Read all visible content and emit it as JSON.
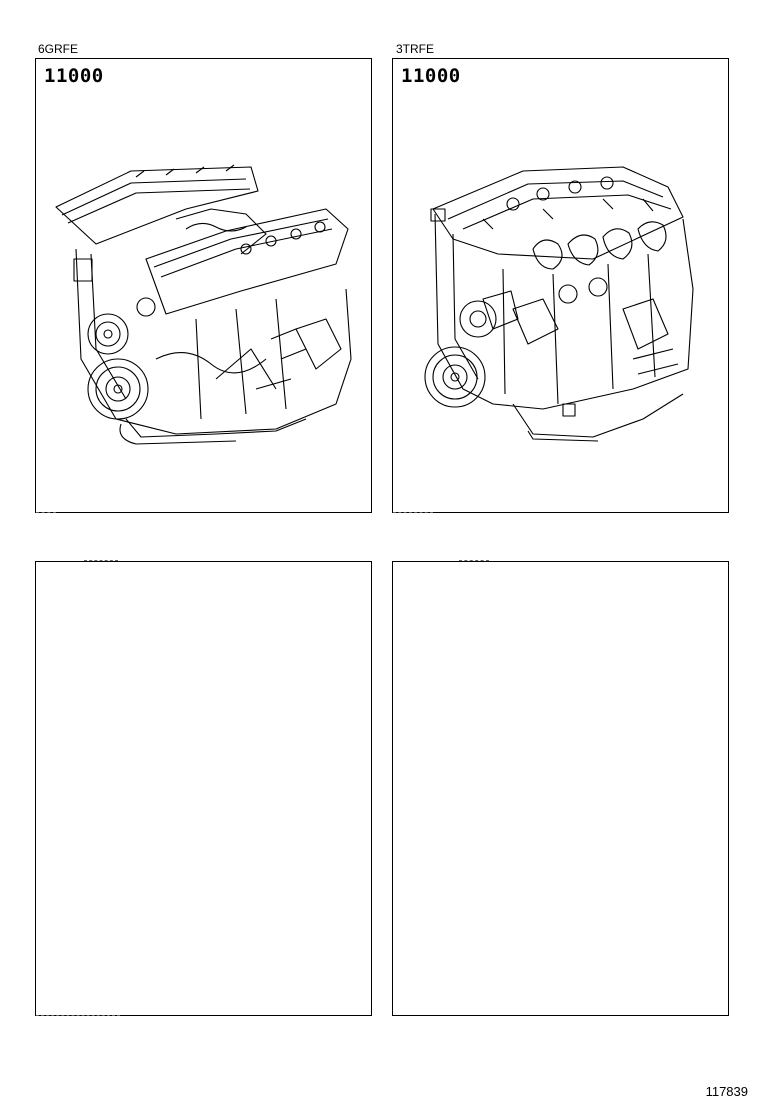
{
  "panels": [
    {
      "engine_code": "6GRFE",
      "part_number": "11000",
      "drawing": "v6-engine-assembly-icon"
    },
    {
      "engine_code": "3TRFE",
      "part_number": "11000",
      "drawing": "inline4-engine-assembly-icon"
    },
    {
      "engine_code": "",
      "part_number": ""
    },
    {
      "engine_code": "",
      "part_number": ""
    }
  ],
  "figure_code": "117839"
}
